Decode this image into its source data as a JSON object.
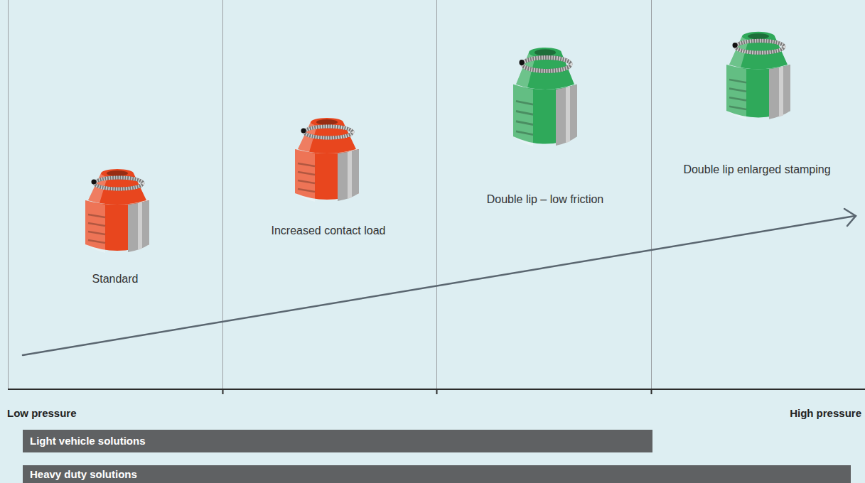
{
  "diagram": {
    "nodes": [
      {
        "text": [
          "Light vehicle solutions"
        ]
      },
      {
        "text": [
          "Heavy duty solutions"
        ]
      }
    ],
    "labels": [
      "Standard",
      "Increased contact load",
      "Double lip – low friction",
      "Double lip enlarged stamping",
      "Low pressure",
      "High pressure"
    ]
  }
}
